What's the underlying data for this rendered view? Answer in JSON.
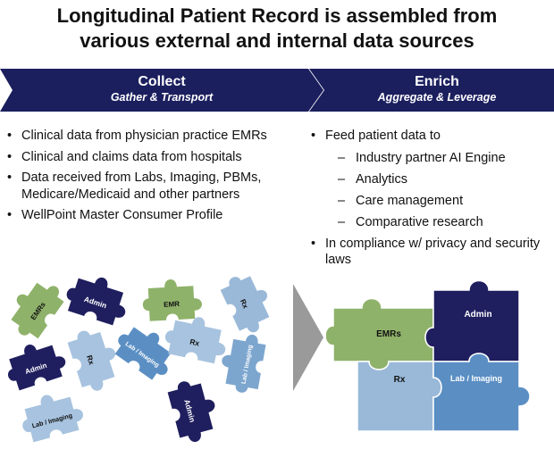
{
  "title": {
    "line1": "Longitudinal Patient Record is assembled from",
    "line2": "various external and internal data sources"
  },
  "collect": {
    "heading": "Collect",
    "subheading": "Gather & Transport",
    "bullets": [
      "Clinical data from physician practice EMRs",
      "Clinical and claims data from hospitals",
      "Data received from Labs, Imaging, PBMs, Medicare/Medicaid and other partners",
      "WellPoint Master Consumer Profile"
    ]
  },
  "enrich": {
    "heading": "Enrich",
    "subheading": "Aggregate & Leverage",
    "bullet1": "Feed patient data to",
    "subbullets": [
      "Industry partner AI Engine",
      "Analytics",
      "Care management",
      "Comparative research"
    ],
    "bullet2": "In compliance w/ privacy and security laws"
  },
  "scattered_pieces": [
    {
      "label": "EMRs",
      "color": "#8fb26a"
    },
    {
      "label": "Admin",
      "color": "#1f1e5e"
    },
    {
      "label": "EMR",
      "color": "#8fb26a"
    },
    {
      "label": "Rx",
      "color": "#9ab9d8"
    },
    {
      "label": "Rx",
      "color": "#a7c3df"
    },
    {
      "label": "Lab / Imaging",
      "color": "#5b8fc4"
    },
    {
      "label": "Rx",
      "color": "#a7c3df"
    },
    {
      "label": "Admin",
      "color": "#1f1e5e"
    },
    {
      "label": "Lab / Imaging",
      "color": "#7da6cf"
    },
    {
      "label": "Lab / Imaging",
      "color": "#a7c3df"
    },
    {
      "label": "Admin",
      "color": "#1f1e5e"
    }
  ],
  "assembled_pieces": [
    {
      "label": "EMRs",
      "color": "#8fb26a"
    },
    {
      "label": "Admin",
      "color": "#1f1e5e"
    },
    {
      "label": "Rx",
      "color": "#9ab9d8"
    },
    {
      "label": "Lab / Imaging",
      "color": "#5b8fc4"
    }
  ],
  "colors": {
    "banner": "#1b1f5e",
    "arrow": "#9a9a9a"
  }
}
